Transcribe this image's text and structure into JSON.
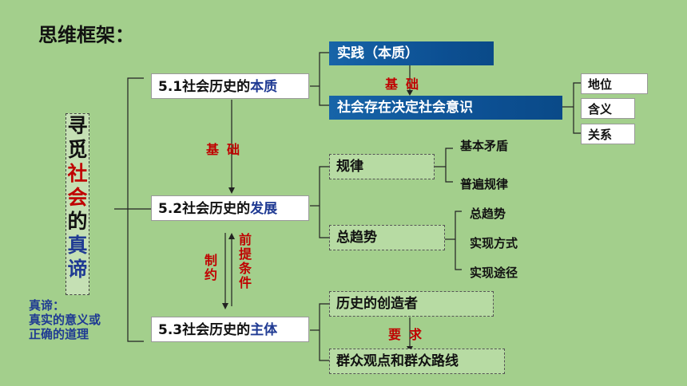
{
  "title": "思维框架：",
  "root": {
    "chars": [
      "寻",
      "觅",
      "社",
      "会",
      "的",
      "真",
      "谛"
    ]
  },
  "note": [
    "真谛：",
    "真实的意义或",
    "正确的道理"
  ],
  "sections": [
    {
      "prefix": "5.1社会历史的",
      "highlight": "本质"
    },
    {
      "prefix": "5.2社会历史的",
      "highlight": "发展"
    },
    {
      "prefix": "5.3社会历史的",
      "highlight": "主体"
    }
  ],
  "essence": {
    "top": "实践（本质）",
    "link": "基础",
    "bottom": "社会存在决定社会意识",
    "items": [
      "地位",
      "含义",
      "关系"
    ]
  },
  "left_links": {
    "basis": "基础",
    "restrict": "制约",
    "premise": "前提条件"
  },
  "development": {
    "law": "规律",
    "law_items": [
      "基本矛盾",
      "普遍规律"
    ],
    "trend": "总趋势",
    "trend_items": [
      "总趋势",
      "实现方式",
      "实现途径"
    ]
  },
  "subject": {
    "top": "历史的创造者",
    "link": "要求",
    "bottom": "群众观点和群众路线"
  }
}
